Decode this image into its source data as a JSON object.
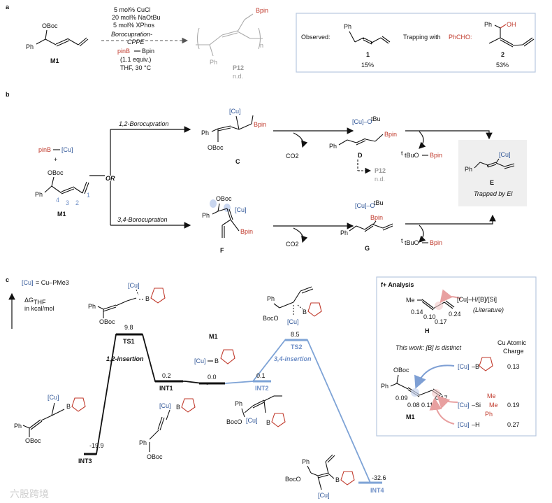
{
  "panel_a": {
    "label": "a",
    "reactant_label": "M1",
    "reactant_oboc": "OBoc",
    "reactant_ph": "Ph",
    "conditions": [
      "5 mol% CuCl",
      "20 mol% NaOtBu",
      "5 mol% XPhos"
    ],
    "borocupration_label": "Borocupration-",
    "cppe_label": "CPPE",
    "pinb": "pinB",
    "bpin_reagent": "Bpin",
    "equiv": "(1.1 equiv.)",
    "solvent": "THF, 30 °C",
    "polymer_bpin": "Bpin",
    "polymer_ph": "Ph",
    "polymer_n": "n",
    "polymer_label": "P12",
    "polymer_nd": "n.d.",
    "observed_label": "Observed:",
    "product1_label": "1",
    "product1_yield": "15%",
    "product1_ph": "Ph",
    "trapping_prefix": "Trapping with ",
    "trapping_reagent": "PhCHO:",
    "product2_label": "2",
    "product2_yield": "53%",
    "product2_ph": "Ph",
    "product2_oh": "OH"
  },
  "panel_b": {
    "label": "b",
    "reagent_pinb": "pinB",
    "reagent_cu": "[Cu]",
    "plus": "+",
    "m1_label": "M1",
    "m1_oboc": "OBoc",
    "m1_ph": "Ph",
    "numbering": [
      "4",
      "3",
      "2",
      "1"
    ],
    "or_label": "OR",
    "path_12": "1,2-Borocupration",
    "path_34": "3,4-Borocupration",
    "C_label": "C",
    "C_cu": "[Cu]",
    "C_bpin": "Bpin",
    "C_ph": "Ph",
    "C_oboc": "OBoc",
    "F_label": "F",
    "F_oboc": "OBoc",
    "F_ph": "Ph",
    "F_cu": "[Cu]",
    "F_bpin": "Bpin",
    "co2_top": "CO2",
    "co2_bottom": "CO2",
    "D_label": "D",
    "D_cuo": "[Cu]–O",
    "D_tbu": "tBu",
    "D_bpin": "Bpin",
    "D_ph": "Ph",
    "G_label": "G",
    "G_cuo": "[Cu]–O",
    "G_tbu": "tBu",
    "G_bpin": "Bpin",
    "G_ph": "Ph",
    "tbuo_top": "tBuO",
    "tbuo_top_bpin": "Bpin",
    "tbuo_bottom": "tBuO",
    "tbuo_bottom_bpin": "Bpin",
    "p12_label": "P12",
    "p12_nd": "n.d.",
    "E_label": "E",
    "E_cu": "[Cu]",
    "E_ph": "Ph",
    "E_caption": "Trapped by El"
  },
  "panel_c": {
    "label": "c",
    "cu_def_prefix": "[Cu]",
    "cu_def_suffix": " = Cu–PMe3",
    "axis_label": "ΔG",
    "axis_sub": "THF",
    "axis_units": "in kcal/mol",
    "states": [
      {
        "name": "INT3",
        "energy": "-19.9"
      },
      {
        "name": "TS1",
        "energy": "9.8"
      },
      {
        "name": "INT1",
        "energy": "0.2"
      },
      {
        "name": "M1",
        "energy": "0.0"
      },
      {
        "name": "INT2",
        "energy": "0.1"
      },
      {
        "name": "TS2",
        "energy": "8.5"
      },
      {
        "name": "INT4",
        "energy": "-32.6"
      }
    ],
    "insertion_12": "1,2-insertion",
    "insertion_34": "3,4-insertion",
    "struct_cu": "[Cu]",
    "struct_b": "B",
    "struct_o": "O",
    "struct_ph": "Ph",
    "struct_oboc": "OBoc",
    "struct_boco": "BocO"
  },
  "fplus": {
    "title": "f+ Analysis",
    "me": "Me",
    "reagent_literature": "[Cu]–H/[B]/[Si]",
    "literature": "(Literature)",
    "H_label": "H",
    "H_values": [
      "0.14",
      "0.10",
      "0.17",
      "0.24"
    ],
    "this_work": "This work: [B] is distinct",
    "charge_header_1": "Cu Atomic",
    "charge_header_2": "Charge",
    "M1_label": "M1",
    "M1_values": [
      "0.09",
      "0.08",
      "0.11",
      "0.17"
    ],
    "M1_oboc": "OBoc",
    "M1_ph": "Ph",
    "reagents": [
      {
        "name": "[Cu]–B",
        "charge": "0.13"
      },
      {
        "name": "[Cu]–Si",
        "charge": "0.19"
      },
      {
        "name": "[Cu]–H",
        "charge": "0.27"
      }
    ],
    "si_me": "Me",
    "si_ph": "Ph"
  },
  "watermark": "六股跨境",
  "colors": {
    "red": "#c0392b",
    "blue": "#2f5597",
    "light_blue": "#7e9fd4",
    "profile_blue": "#7ea3d6",
    "box_border": "#b8c7e0",
    "gray_box": "#efefef"
  }
}
